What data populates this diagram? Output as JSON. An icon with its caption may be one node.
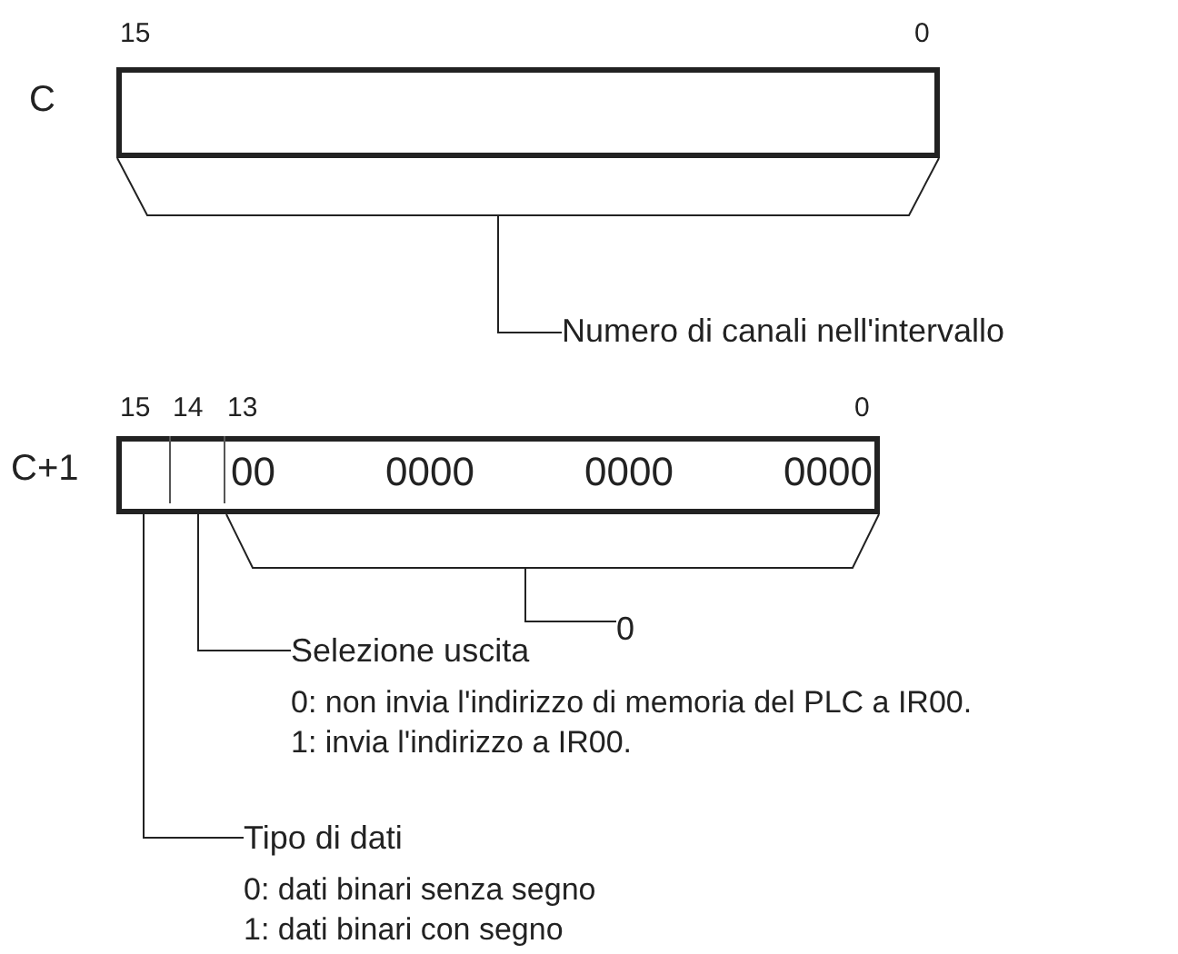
{
  "diagram": {
    "nodes": [
      {
        "text": [],
        "shape": "box",
        "beside": [
          "C",
          "15",
          "0"
        ]
      },
      {
        "text": [],
        "shape": "bracket"
      },
      {
        "text": [
          "Numero di canali nell'intervallo"
        ]
      },
      {
        "text": [],
        "shape": "box",
        "beside": [
          "C+1",
          "15",
          "14",
          "13",
          "0"
        ]
      },
      {
        "text": [],
        "shape": "box",
        "in": 3
      },
      {
        "text": [],
        "shape": "box",
        "in": 3
      },
      {
        "text": [
          "00 0000 0000 0000"
        ],
        "in": 3
      },
      {
        "text": [],
        "shape": "bracket"
      },
      {
        "text": [
          "0"
        ]
      },
      {
        "text": [
          "Selezione uscita",
          "0: non invia l'indirizzo di memoria del PLC a IR00.",
          "1: invia l'indirizzo a IR00."
        ]
      },
      {
        "text": [
          "Tipo di dati",
          "0: dati binari senza segno",
          "1: dati binari con segno"
        ]
      }
    ],
    "edges": [
      {
        "from": 2,
        "to": 1,
        "arrow": "none"
      },
      {
        "from": 8,
        "to": 7,
        "arrow": "none"
      },
      {
        "from": 9,
        "to": 5,
        "arrow": "none"
      },
      {
        "from": 10,
        "to": 4,
        "arrow": "none"
      }
    ]
  }
}
